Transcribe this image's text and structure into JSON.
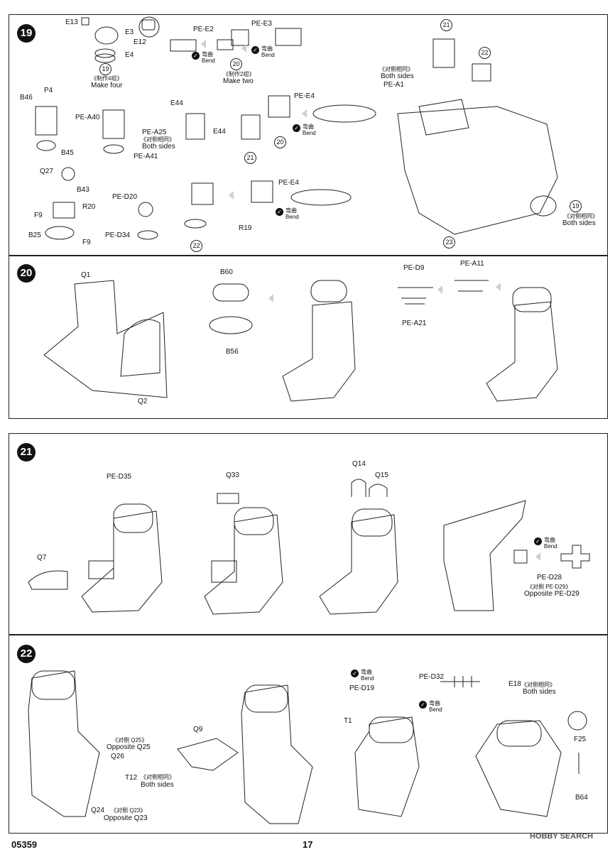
{
  "step19": {
    "number": "19",
    "labels": {
      "e13": "E13",
      "e3": "E3",
      "e12": "E12",
      "e4": "E4",
      "pe_e2": "PE-E2",
      "pe_e3": "PE-E3",
      "b46": "B46",
      "p4": "P4",
      "b45": "B45",
      "q27": "Q27",
      "pe_a40": "PE-A40",
      "pe_a25": "PE-A25",
      "pe_a41": "PE-A41",
      "e44a": "E44",
      "e44b": "E44",
      "pe_e4a": "PE-E4",
      "pe_e4b": "PE-E4",
      "b43": "B43",
      "r20": "R20",
      "f9a": "F9",
      "f9b": "F9",
      "b25": "B25",
      "pe_d20": "PE-D20",
      "pe_d34": "PE-D34",
      "r19": "R19",
      "pe_a1": "PE-A1"
    },
    "notes": {
      "make_four_cn": "《制作4组》",
      "make_four": "Make four",
      "make_two_cn": "《制作2组》",
      "make_two": "Make two",
      "both_sides_cn": "《对侧相同》",
      "both_sides": "Both sides",
      "both_sides_cn2": "《对侧相同》",
      "both_sides2": "Both sides",
      "both_sides_cn3": "《对侧相同》",
      "both_sides3": "Both sides"
    },
    "circled": {
      "c19a": "19",
      "c20": "20",
      "c21a": "21",
      "c21b": "21",
      "c22a": "22",
      "c22b": "22",
      "c20b": "20",
      "c19b": "19",
      "c23": "23"
    },
    "bend_cn": "弯曲",
    "bend": "Bend"
  },
  "step20": {
    "number": "20",
    "labels": {
      "q1": "Q1",
      "q2": "Q2",
      "b60": "B60",
      "b56": "B56",
      "pe_d9": "PE-D9",
      "pe_a21": "PE-A21",
      "pe_a11": "PE-A11"
    }
  },
  "step21": {
    "number": "21",
    "labels": {
      "pe_d35": "PE-D35",
      "q7": "Q7",
      "q33": "Q33",
      "q14": "Q14",
      "q15": "Q15",
      "pe_d28": "PE-D28"
    },
    "notes": {
      "opp_cn": "《对侧 PE-D29》",
      "opp": "Opposite PE-D29"
    },
    "bend_cn": "弯曲",
    "bend": "Bend"
  },
  "step22": {
    "number": "22",
    "labels": {
      "q26": "Q26",
      "t12": "T12",
      "q24": "Q24",
      "q9": "Q9",
      "pe_d19": "PE-D19",
      "pe_d32": "PE-D32",
      "t1": "T1",
      "e18": "E18",
      "f25": "F25",
      "b64": "B64"
    },
    "notes": {
      "opp_q25_cn": "《对侧 Q25》",
      "opp_q25": "Opposite Q25",
      "both_cn": "《对侧相同》",
      "both": "Both sides",
      "opp_q23_cn": "《对侧 Q23》",
      "opp_q23": "Opposite Q23",
      "e18_cn": "《对侧相同》",
      "e18_both": "Both sides"
    },
    "bend_cn": "弯曲",
    "bend": "Bend"
  },
  "footer": {
    "code": "05359",
    "page": "17",
    "watermark": "HOBBY SEARCH"
  }
}
